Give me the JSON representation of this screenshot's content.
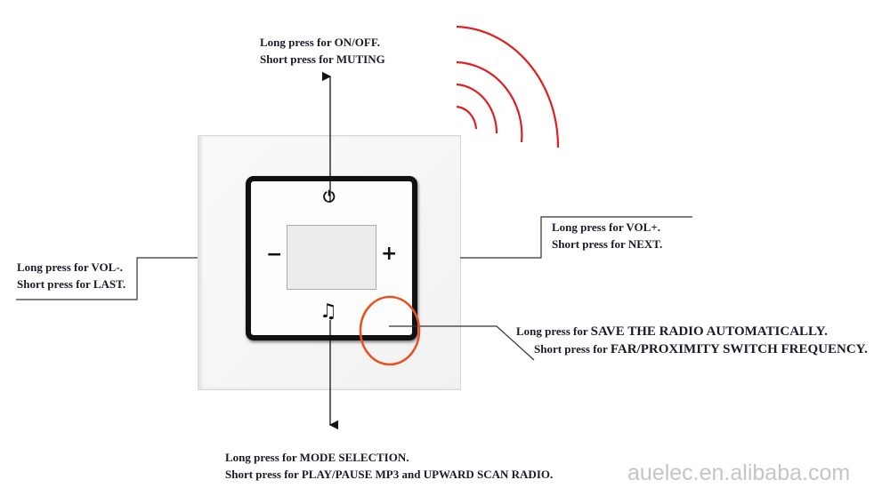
{
  "top": {
    "line1": "Long press for ON/OFF.",
    "line2": "Short  press  for  MUTING"
  },
  "left": {
    "line1": "Long press for VOL-.",
    "line2": "Short press for LAST."
  },
  "right": {
    "line1": "Long press for VOL+.",
    "line2": "Short press for NEXT."
  },
  "corner": {
    "l1_prefix": "Long press for ",
    "l1_main": "SAVE THE RADIO AUTOMATICALLY.",
    "l2_prefix": "Short press for ",
    "l2_main": "FAR/PROXIMITY SWITCH FREQUENCY."
  },
  "bottom": {
    "line1": "Long press for MODE SELECTION.",
    "line2": "Short press for PLAY/PAUSE MP3 and UPWARD SCAN RADIO."
  },
  "device": {
    "power_glyph": "⏻",
    "minus_glyph": "−",
    "plus_glyph": "+",
    "music_glyph": "♫"
  },
  "watermark": "auelec.en.alibaba.com",
  "colors": {
    "signal": "#e02020",
    "highlight": "#e8501e"
  }
}
